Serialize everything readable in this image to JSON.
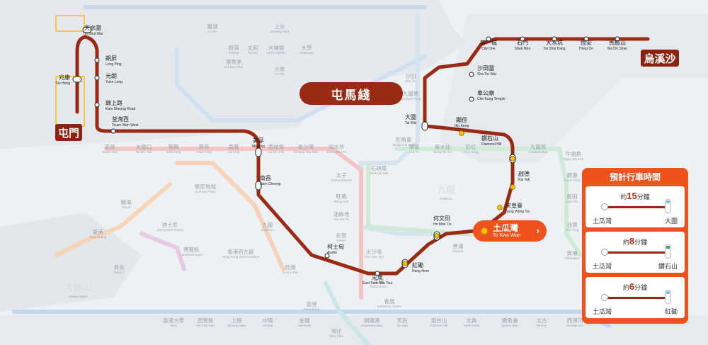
{
  "line_name": "屯馬綫",
  "terminal_west": "屯門",
  "terminal_east": "烏溪沙",
  "highlight_station": {
    "zh": "土瓜灣",
    "en": "To Kwa Wan"
  },
  "panel": {
    "title": "預計行車時間",
    "trips": [
      {
        "prefix": "約",
        "minutes": "15",
        "unit": "分鐘",
        "from": "土瓜灣",
        "to": "大圍",
        "dest_color": "#7ec3e6"
      },
      {
        "prefix": "約",
        "minutes": "8",
        "unit": "分鐘",
        "from": "土瓜灣",
        "to": "鑽石山",
        "dest_color": "#2fa35a"
      },
      {
        "prefix": "約",
        "minutes": "6",
        "unit": "分鐘",
        "from": "土瓜灣",
        "to": "紅磡",
        "dest_color": "#7ec3e6"
      }
    ]
  },
  "colors": {
    "line": "#9a2a13",
    "accent": "#f0521d",
    "highlight_dot": "#f6c400"
  },
  "stations": [
    {
      "zh": "天水圍",
      "en": "Tin Shui Wai"
    },
    {
      "zh": "兆康",
      "en": "Siu Hong"
    },
    {
      "zh": "朗屏",
      "en": "Long Ping"
    },
    {
      "zh": "元朗",
      "en": "Yuen Long"
    },
    {
      "zh": "錦上路",
      "en": "Kam Sheung Road"
    },
    {
      "zh": "荃灣西",
      "en": "Tsuen Wan West"
    },
    {
      "zh": "美孚",
      "en": "Mei Foo"
    },
    {
      "zh": "南昌",
      "en": "Nam Cheong"
    },
    {
      "zh": "柯士甸",
      "en": "Austin"
    },
    {
      "zh": "尖東",
      "en": "East Tsim Sha Tsui"
    },
    {
      "zh": "紅磡",
      "en": "Hung Hom"
    },
    {
      "zh": "何文田",
      "en": "Ho Man Tin"
    },
    {
      "zh": "宋皇臺",
      "en": "Sung Wong Toi"
    },
    {
      "zh": "啟德",
      "en": "Kai Tak"
    },
    {
      "zh": "鑽石山",
      "en": "Diamond Hill"
    },
    {
      "zh": "顯徑",
      "en": "Hin Keng"
    },
    {
      "zh": "大圍",
      "en": "Tai Wai"
    },
    {
      "zh": "車公廟",
      "en": "Che Kung Temple"
    },
    {
      "zh": "沙田圍",
      "en": "Sha Tin Wai"
    },
    {
      "zh": "第一城",
      "en": "City One"
    },
    {
      "zh": "石門",
      "en": "Shek Mun"
    },
    {
      "zh": "大水坑",
      "en": "Tai Shui Hang"
    },
    {
      "zh": "恆安",
      "en": "Heng On"
    },
    {
      "zh": "馬鞍山",
      "en": "Ma On Shan"
    }
  ],
  "background_stations": [
    {
      "zh": "上水",
      "en": "Sheung Shui"
    },
    {
      "zh": "粉嶺",
      "en": "Fanling"
    },
    {
      "zh": "太和",
      "en": "Tai Wo"
    },
    {
      "zh": "大埔墟",
      "en": "Tai Po Market"
    },
    {
      "zh": "大學",
      "en": "University"
    },
    {
      "zh": "火炭",
      "en": "Fo Tan"
    },
    {
      "zh": "沙田",
      "en": "Sha Tin"
    },
    {
      "zh": "九龍塘",
      "en": "Kowloon Tong"
    },
    {
      "zh": "旺角東",
      "en": "Mong Kok East"
    },
    {
      "zh": "落馬洲",
      "en": "Lok Ma Chau"
    },
    {
      "zh": "羅湖",
      "en": "Lo Wu"
    },
    {
      "zh": "茶灣",
      "en": "Tsuen Wan"
    },
    {
      "zh": "大窩口",
      "en": "Tai Wo Hau"
    },
    {
      "zh": "葵興",
      "en": "Kwai Hing"
    },
    {
      "zh": "葵芳",
      "en": "Kwai Fong"
    },
    {
      "zh": "荔景",
      "en": "Lai King"
    },
    {
      "zh": "荔枝角",
      "en": "Lai Chi Kok"
    },
    {
      "zh": "長沙灣",
      "en": "Cheung Sha Wan"
    },
    {
      "zh": "深水埗",
      "en": "Sham Shui Po"
    },
    {
      "zh": "太子",
      "en": "Prince Edward"
    },
    {
      "zh": "旺角",
      "en": "Mong Kok"
    },
    {
      "zh": "油麻地",
      "en": "Yau Ma Tei"
    },
    {
      "zh": "佐敦",
      "en": "Jordan"
    },
    {
      "zh": "尖沙咀",
      "en": "Tsim Sha Tsui"
    },
    {
      "zh": "石硤尾",
      "en": "Shek Kip Mei"
    },
    {
      "zh": "樂富",
      "en": "Lok Fu"
    },
    {
      "zh": "黃大仙",
      "en": "Wong Tai Sin"
    },
    {
      "zh": "彩虹",
      "en": "Choi Hung"
    },
    {
      "zh": "九龍灣",
      "en": "Kowloon Bay"
    },
    {
      "zh": "牛頭角",
      "en": "Ngau Tau Kok"
    },
    {
      "zh": "觀塘",
      "en": "Kwun Tong"
    },
    {
      "zh": "藍田",
      "en": "Lam Tin"
    },
    {
      "zh": "油塘",
      "en": "Yau Tong"
    },
    {
      "zh": "黃埔",
      "en": "Whampoa"
    },
    {
      "zh": "奧運",
      "en": "Olympic"
    },
    {
      "zh": "九龍",
      "en": "Kowloon"
    },
    {
      "zh": "香港西九龍",
      "en": "Hong Kong West Kowloon"
    },
    {
      "zh": "欣澳",
      "en": "Sunny Bay"
    },
    {
      "zh": "迪士尼",
      "en": "Disneyland Resort"
    },
    {
      "zh": "博覽館",
      "en": "AsiaWorld-Expo"
    },
    {
      "zh": "機場",
      "en": "Airport"
    },
    {
      "zh": "東涌",
      "en": "Tung Chung"
    },
    {
      "zh": "青衣",
      "en": "Tsing Yi"
    },
    {
      "zh": "堅尼地城",
      "en": "Kennedy Town"
    },
    {
      "zh": "香港大學",
      "en": "HKU"
    },
    {
      "zh": "西營盤",
      "en": "Sai Ying Pun"
    },
    {
      "zh": "上環",
      "en": "Sheung Wan"
    },
    {
      "zh": "中環",
      "en": "Central"
    },
    {
      "zh": "金鐘",
      "en": "Admiralty"
    },
    {
      "zh": "灣仔",
      "en": "Wan Chai"
    },
    {
      "zh": "銅鑼灣",
      "en": "Causeway Bay"
    },
    {
      "zh": "天后",
      "en": "Tin Hau"
    },
    {
      "zh": "炮台山",
      "en": "Fortress Hill"
    },
    {
      "zh": "北角",
      "en": "North Point"
    },
    {
      "zh": "鰂魚涌",
      "en": "Quarry Bay"
    },
    {
      "zh": "太古",
      "en": "Tai Koo"
    },
    {
      "zh": "西灣河",
      "en": "Sai Wan Ho"
    },
    {
      "zh": "香港",
      "en": "Hong Kong"
    },
    {
      "zh": "會展",
      "en": "Exhibition Centre"
    },
    {
      "zh": "馬場",
      "en": "Racecourse"
    },
    {
      "zh": "烏溪沙",
      "en": "Wu Kai Sha"
    }
  ],
  "districts": [
    {
      "zh": "大嶼山",
      "en": "Lantau Island"
    },
    {
      "zh": "九龍",
      "en": "Kowloon"
    },
    {
      "zh": "東涌",
      "en": ""
    }
  ]
}
